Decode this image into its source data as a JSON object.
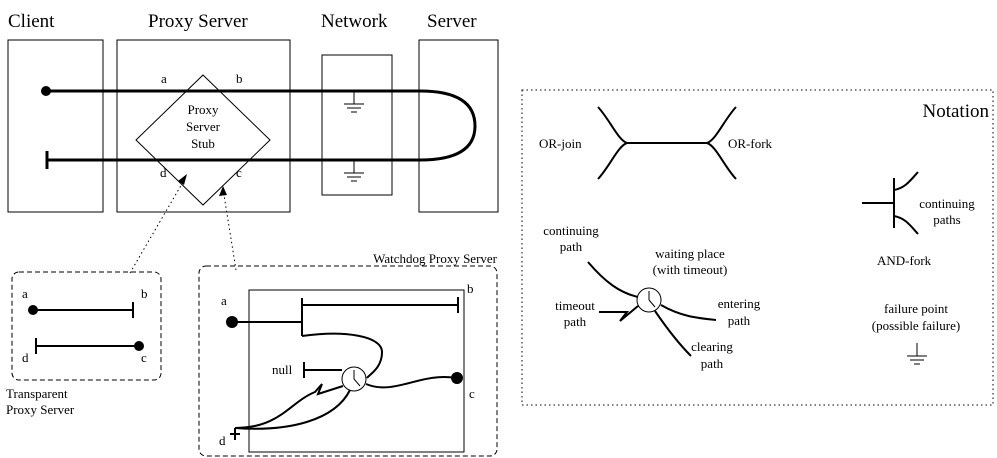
{
  "headers": {
    "client": "Client",
    "proxy_server": "Proxy Server",
    "network": "Network",
    "server": "Server"
  },
  "stub": {
    "line1": "Proxy",
    "line2": "Server",
    "line3": "Stub",
    "a": "a",
    "b": "b",
    "c": "c",
    "d": "d"
  },
  "transparent": {
    "a": "a",
    "b": "b",
    "c": "c",
    "d": "d",
    "caption_line1": "Transparent",
    "caption_line2": "Proxy Server"
  },
  "watchdog": {
    "title": "Watchdog Proxy Server",
    "a": "a",
    "b": "b",
    "c": "c",
    "d": "d",
    "null": "null"
  },
  "notation": {
    "title": "Notation",
    "or_join": "OR-join",
    "or_fork": "OR-fork",
    "continuing_path_1": "continuing",
    "continuing_path_2": "path",
    "waiting_1": "waiting place",
    "waiting_2": "(with timeout)",
    "timeout_1": "timeout",
    "timeout_2": "path",
    "entering_1": "entering",
    "entering_2": "path",
    "clearing_1": "clearing",
    "clearing_2": "path",
    "continuing_paths_1": "continuing",
    "continuing_paths_2": "paths",
    "and_fork": "AND-fork",
    "failure_1": "failure point",
    "failure_2": "(possible failure)"
  }
}
